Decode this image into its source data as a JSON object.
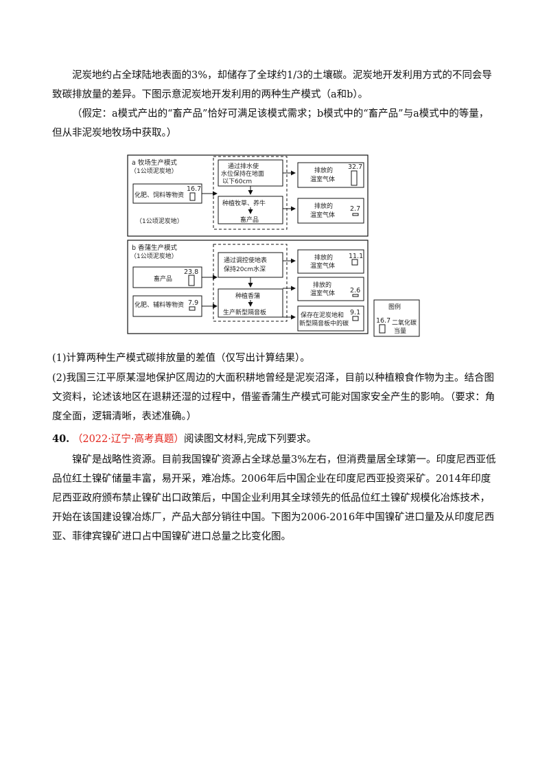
{
  "intro": {
    "line1": "泥炭地约占全球陆地表面的3%，却储存了全球约1/3的土壤碳。泥炭地开发利用方式的不同会导致碳排放量的差异。下图示意泥炭地开发利用的两种生产模式（a和b）。",
    "assumption": "（假定：a模式产出的“畜产品”恰好可满足该模式需求；b模式中的“畜产品”与a模式中的等量，但从非泥炭地牧场中获取。）"
  },
  "diagram": {
    "a": {
      "title": "a 牧场生产模式",
      "subtitle": "（1公顷泥炭地）",
      "input_label": "化肥、饲料等物资",
      "input_value": "16.7",
      "peat_label": "（1公顷泥炭地）",
      "step1_line1": "通过排水使",
      "step1_line2": "水位保持在地面",
      "step1_line3": "以下60cm",
      "step2": "种植牧草、养牛",
      "step3": "畜产品",
      "out1_line1": "排放的",
      "out1_line2": "温室气体",
      "out1_value": "32.7",
      "out2_line1": "排放的",
      "out2_line2": "温室气体",
      "out2_value": "2.7"
    },
    "b": {
      "title": "b 香蒲生产模式",
      "subtitle": "（1公顷泥炭地）",
      "input1_label": "畜产品",
      "input1_value": "23.8",
      "input2_label": "化肥、辅料等物资",
      "input2_value": "7.9",
      "step1_line1": "通过调控使地表",
      "step1_line2": "保持20cm水深",
      "step2": "种植香蒲",
      "step3": "生产新型隔音板",
      "out1_line1": "排放的",
      "out1_line2": "温室气体",
      "out1_value": "11.1",
      "out2_line1": "排放的",
      "out2_line2": "温室气体",
      "out2_value": "2.6",
      "out3_line1": "保存在泥炭地和",
      "out3_line2": "新型隔音板中的碳",
      "out3_value": "9.1"
    },
    "legend": {
      "title": "图例",
      "value": "16.7",
      "label_line1": "二氧化碳",
      "label_line2": "当量"
    }
  },
  "questions": {
    "q1": "(1)计算两种生产模式碳排放量的差值（仅写出计算结果）。",
    "q2": "(2)我国三江平原某湿地保护区周边的大面积耕地曾经是泥炭沼泽，目前以种植粮食作物为主。结合图文资料，论述该地区在退耕还湿的过程中，借鉴香蒲生产模式可能对国家安全产生的影响。（要求：角度全面，逻辑清晰，表述准确。）"
  },
  "q40": {
    "number": "40.",
    "source": "（2022·辽宁·高考真题）",
    "instruction": "阅读图文材料,完成下列要求。",
    "body": "镍矿是战略性资源。目前我国镍矿资源占全球总量3%左右，但消费量居全球第一。印度尼西亚低品位红土镍矿储量丰富，易开采，难冶炼。2006年后中国企业在印度尼西亚投资采矿。2014年印度尼西亚政府颁布禁止镍矿出口政策后，中国企业利用其全球领先的低品位红土镍矿规模化冶炼技术，开始在该国建设镍冶炼厂，产品大部分销往中国。下图为2006-2016年中国镍矿进口量及从印度尼西亚、菲律宾镍矿进口占中国镍矿进口总量之比变化图。"
  }
}
